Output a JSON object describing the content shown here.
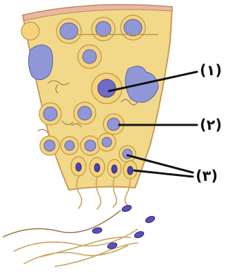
{
  "figure": {
    "labels": [
      {
        "id": "1",
        "text": "(١)"
      },
      {
        "id": "2",
        "text": "(٢)"
      },
      {
        "id": "3",
        "text": "(٣)"
      }
    ],
    "colors": {
      "tissue": "#f2d98a",
      "tissue_edge": "#c79a55",
      "epithelium": "#e8b9a0",
      "nucleus": "#8f97d6",
      "sperm_head": "#5b4fbf",
      "pointer": "#111111"
    }
  }
}
